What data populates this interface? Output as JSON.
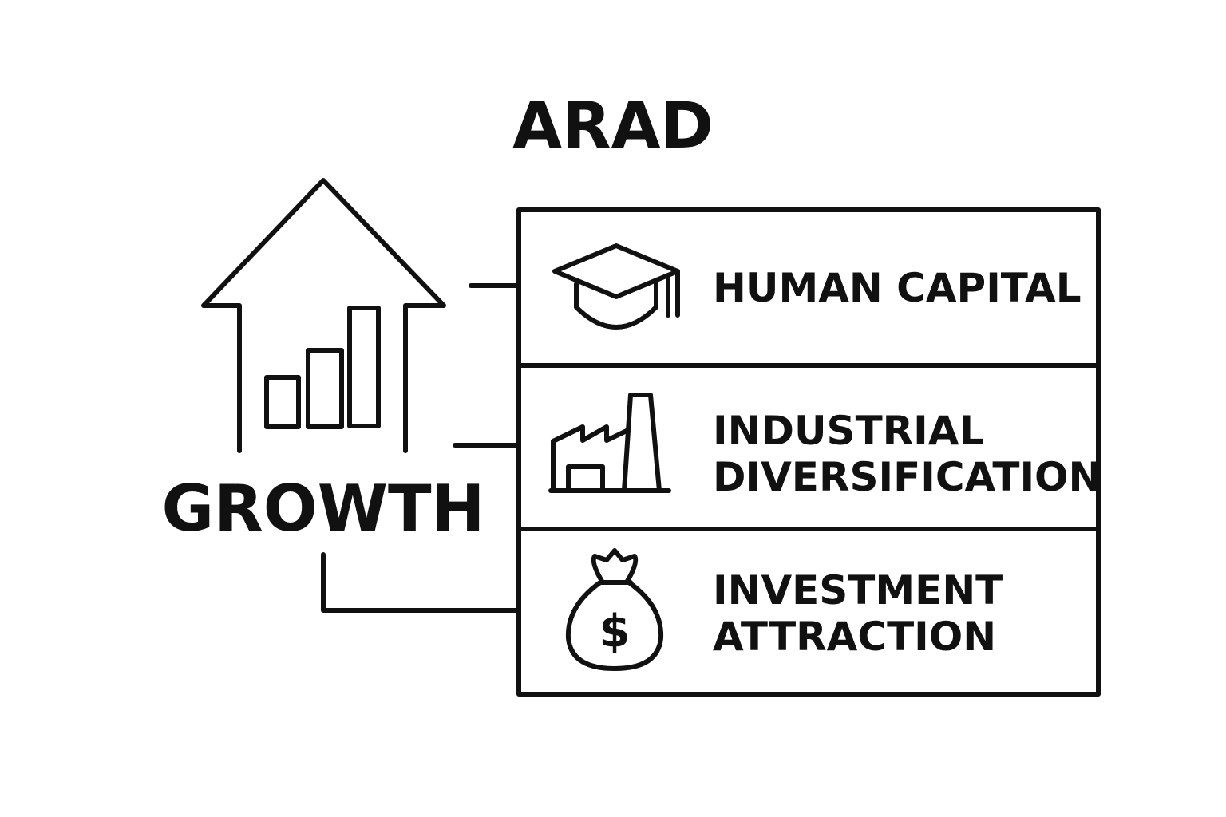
{
  "title": "ARAD",
  "growth": {
    "label": "GROWTH",
    "icon": "arrow-bar-chart-icon"
  },
  "pillars": [
    {
      "lines": [
        "HUMAN CAPITAL"
      ],
      "icon": "graduation-cap-icon"
    },
    {
      "lines": [
        "INDUSTRIAL",
        "DIVERSIFICATION"
      ],
      "icon": "factory-icon"
    },
    {
      "lines": [
        "INVESTMENT",
        "ATTRACTION"
      ],
      "icon": "money-bag-icon"
    }
  ],
  "colors": {
    "ink": "#111111",
    "background": "#ffffff"
  }
}
